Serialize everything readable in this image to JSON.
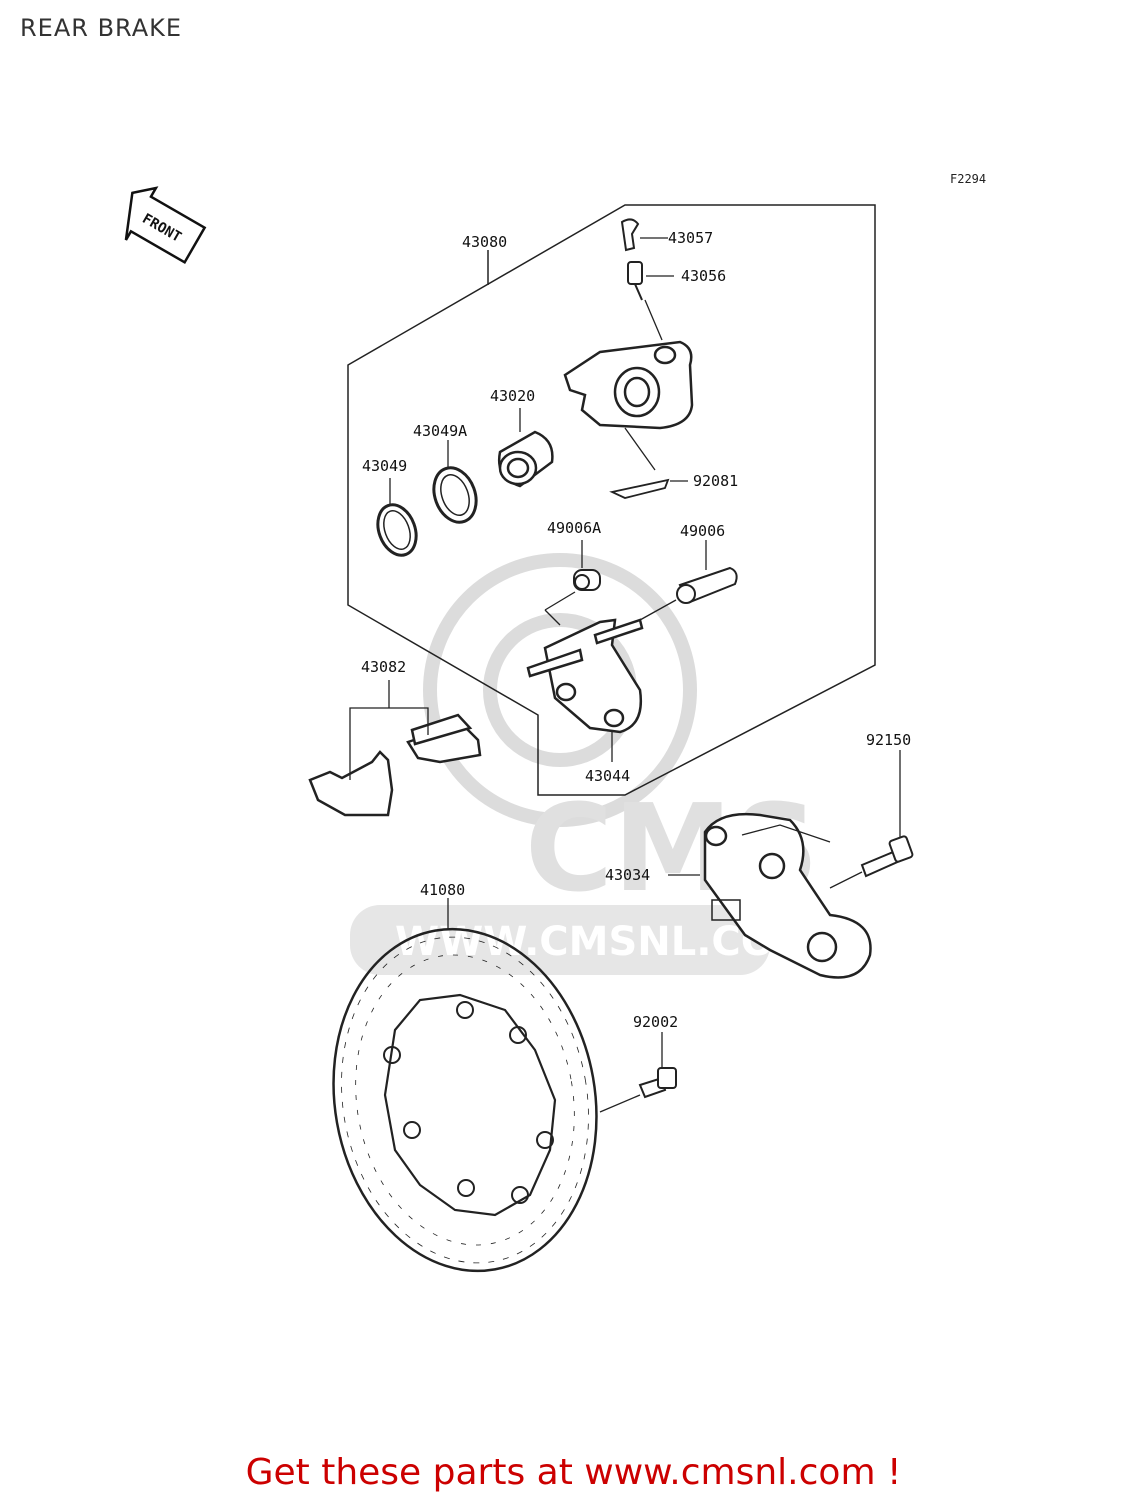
{
  "header": {
    "title": "REAR BRAKE",
    "figure_code": "F2294"
  },
  "orientation": {
    "label": "FRONT"
  },
  "watermark": {
    "brand": "CMS",
    "url": "WWW.CMSNL.COM"
  },
  "parts": {
    "p43080": "43080",
    "p43057": "43057",
    "p43056": "43056",
    "p43020": "43020",
    "p43049A": "43049A",
    "p43049": "43049",
    "p92081": "92081",
    "p49006A": "49006A",
    "p49006": "49006",
    "p43082": "43082",
    "p43044": "43044",
    "p92150": "92150",
    "p43034": "43034",
    "p41080": "41080",
    "p92002": "92002"
  },
  "footer": {
    "text": "Get these parts at www.cmsnl.com !"
  },
  "colors": {
    "footer_text": "#cc0000",
    "watermark": "#d9d9d9",
    "line": "#222222"
  }
}
